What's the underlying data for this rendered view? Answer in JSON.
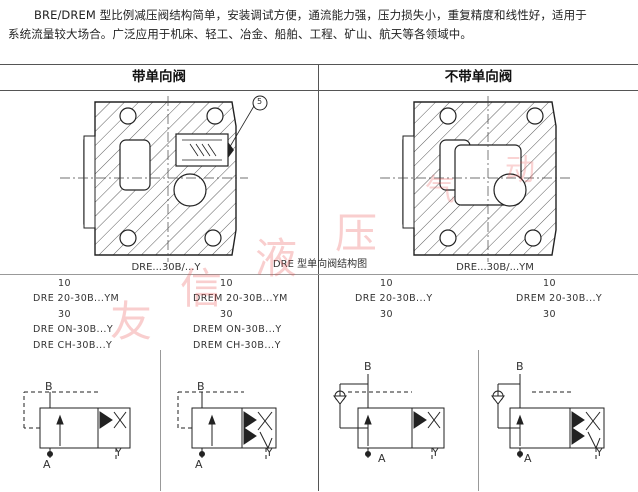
{
  "intro": {
    "line1": "BRE/DREM 型比例减压阀结构简单，安装调试方便，通流能力强，压力损失小，重复精度和线性好，适用于",
    "line2": "系统流量较大场合。广泛应用于机床、轻工、冶金、船舶、工程、矿山、航天等各领域中。"
  },
  "sections": {
    "left_title": "带单向阀",
    "right_title": "不带单向阀"
  },
  "drawing": {
    "callout": "5",
    "caption_left": "DRE...30B/...Y",
    "caption_center": "DRE  型单向阀结构图",
    "caption_right": "DRE...30B/...YM"
  },
  "models": {
    "c1": [
      "10",
      "DRE 20-30B...YM",
      "30",
      "DRE ON-30B...Y",
      "DRE CH-30B...Y"
    ],
    "c2": [
      "10",
      "DREM 20-30B...YM",
      "30",
      "DREM ON-30B...Y",
      "DREM CH-30B...Y"
    ],
    "c3": [
      "10",
      "DRE 20-30B...Y",
      "30"
    ],
    "c4": [
      "10",
      "DREM 20-30B...Y",
      "30"
    ]
  },
  "ports": {
    "a": "A",
    "b": "B",
    "y": "Y"
  },
  "watermark": {
    "w1": "友",
    "w2": "信",
    "w3": "液",
    "w4": "压",
    "w5": "气",
    "w6": "动"
  }
}
